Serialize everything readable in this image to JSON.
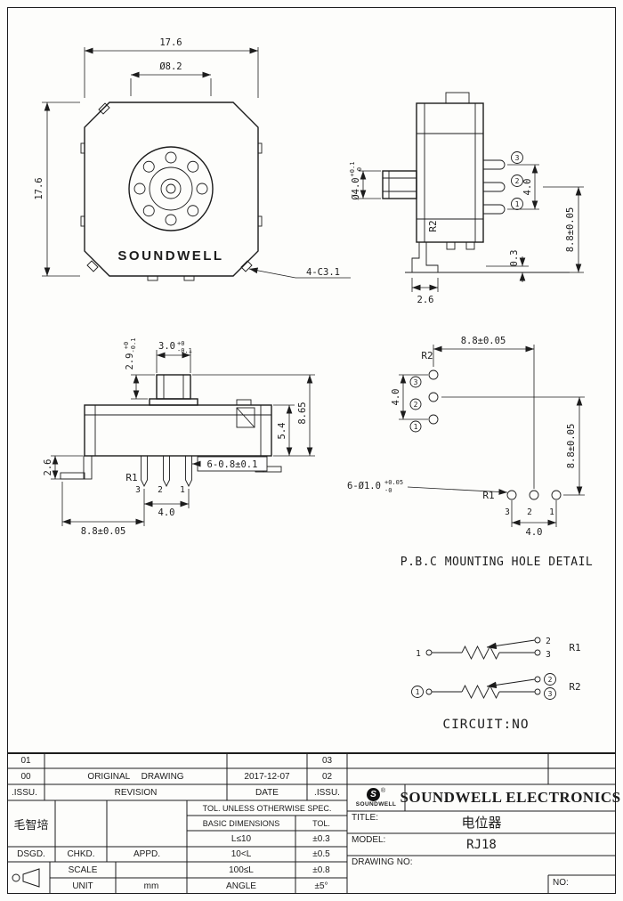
{
  "colors": {
    "ink": "#1c1c1c",
    "paper": "#fdfdfb"
  },
  "front_view": {
    "dim_width": "17.6",
    "dim_bolt_circle": "Ø8.2",
    "dim_height": "17.6",
    "brand": "SOUNDWELL",
    "chamfer_note": "4-C3.1"
  },
  "side_view_right": {
    "shaft_dia": {
      "value": "Ø4.0",
      "upper": "+0.1",
      "lower": "0"
    },
    "pin_labels": [
      "3",
      "2",
      "1"
    ],
    "dim_pin_span": "4.0",
    "resistor_ref": "R2",
    "dim_row_offset": "8.8±0.05",
    "dim_standoff": "0.3",
    "dim_foot": "2.6"
  },
  "side_view_front": {
    "shaft_height": {
      "value": "2.9",
      "upper": "+0",
      "lower": "-0.1"
    },
    "shaft_width": {
      "value": "3.0",
      "upper": "+0",
      "lower": "-0.1"
    },
    "dim_body_height": "5.4",
    "dim_total_height": "8.65",
    "dim_leg": "2.6",
    "pin_section_note": "6-0.8±0.1",
    "resistor_ref": "R1",
    "pin_labels": [
      "3",
      "2",
      "1"
    ],
    "dim_pin_span": "4.0",
    "dim_row_offset": "8.8±0.05"
  },
  "pcb_detail": {
    "dim_top": "8.8±0.05",
    "dim_right": "8.8±0.05",
    "r2_ref": "R2",
    "r2_hole_labels": [
      "3",
      "2",
      "1"
    ],
    "dim_r2_span": "4.0",
    "hole_note": {
      "value": "6-Ø1.0",
      "upper": "+0.05",
      "lower": "-0"
    },
    "r1_ref": "R1",
    "r1_hole_labels": [
      "3",
      "2",
      "1"
    ],
    "dim_r1_span": "4.0",
    "caption": "P.B.C MOUNTING HOLE DETAIL"
  },
  "circuit": {
    "r1": {
      "ref": "R1",
      "t_left": "1",
      "t_wiper": "2",
      "t_end": "3"
    },
    "r2": {
      "ref": "R2",
      "t_left": "1",
      "t_wiper": "2",
      "t_end": "3"
    },
    "caption": "CIRCUIT:NO"
  },
  "title_block": {
    "rev": {
      "r1_no": "01",
      "r1_no2": "03",
      "r2_no": "00",
      "r2_desc": "ORIGINAL DRAWING",
      "r2_date": "2017-12-07",
      "r2_no2": "02",
      "r3_no": ".ISSU.",
      "r3_desc": "REVISION",
      "r3_date": "DATE",
      "r3_no2": ".ISSU."
    },
    "designer": "毛智培",
    "labels": {
      "dsgd": "DSGD.",
      "chkd": "CHKD.",
      "appd": "APPD.",
      "scale": "SCALE",
      "unit": "UNIT"
    },
    "unit_value": "mm",
    "tolerance": {
      "header": "TOL. UNLESS OTHERWISE SPEC.",
      "col_dim": "BASIC DIMENSIONS",
      "col_tol": "TOL.",
      "rows": [
        {
          "dim": "L≤10",
          "tol": "±0.3"
        },
        {
          "dim": "10<L",
          "tol": "±0.5"
        },
        {
          "dim": "100≤L",
          "tol": "±0.8"
        },
        {
          "dim": "ANGLE",
          "tol": "±5°"
        }
      ]
    },
    "logo_mark": "S",
    "logo_text": "SOUNDWELL",
    "registered": "®",
    "company": "SOUNDWELL ELECTRONICS",
    "title_label": "TITLE:",
    "title_value": "电位器",
    "model_label": "MODEL:",
    "model_value": "RJ18",
    "drawing_no_label": "DRAWING NO:",
    "no_label": "NO:"
  }
}
